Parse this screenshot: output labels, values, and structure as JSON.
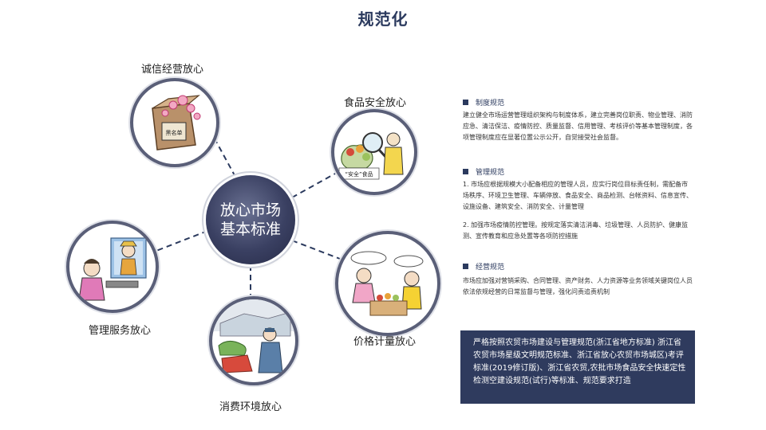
{
  "title": "规范化",
  "center": {
    "label": "放心市场基本标准"
  },
  "nodes": [
    {
      "label": "诚信经营放心",
      "icon": "trust-illustration-icon"
    },
    {
      "label": "食品安全放心",
      "icon": "food-safety-illustration-icon"
    },
    {
      "label": "价格计量放心",
      "icon": "price-measure-illustration-icon"
    },
    {
      "label": "消费环境放心",
      "icon": "consumer-environment-illustration-icon"
    },
    {
      "label": "管理服务放心",
      "icon": "management-service-illustration-icon"
    }
  ],
  "illustration_text": {
    "blacklist": "黑名单",
    "food_label": "“安全”食品"
  },
  "sections": [
    {
      "heading": "制度规范",
      "body": "建立健全市场运营管理组织架构与制度体系，建立完善岗位职责、物业管理、消防应急、清洁保洁、疫情防控、质量监督、信用管理、考核评价等基本管理制度，各项管理制度应在显著位置公示公开，自觉接受社会监督。"
    },
    {
      "heading": "管理规范",
      "body": "1. 市场应根据规模大小配备相应的管理人员，应实行岗位目标责任制，需配备市场秩序、环境卫生管理、车辆停放、食品安全、商品检测、台帐资料、信息宣传、设施设备、建筑安全、消防安全、计量管理",
      "body2": "2. 加强市场疫情防控管理。按规定落实清洁消毒、垃圾管理、人员防护、健康监测、宣传教育和应急处置等各项防控措施"
    },
    {
      "heading": "经营规范",
      "body": "市场应加强对营销采购、合同管理、资产财务、人力资源等业务领域关键岗位人员依法依规经营的日常监督与管理，强化问责追责机制"
    }
  ],
  "note": "严格按照农贸市场建设与管理规范(浙江省地方标准) 浙江省农贸市场星级文明规范标准、浙江省放心农贸市场城区)考评标准(2019修订版)、浙江省农贸,农批市场食品安全快速定性检测空建设规范(试行)等标准、规范要求打造",
  "colors": {
    "navy": "#2b3a5e",
    "circle_ring": "#5a5f78",
    "note_bg": "#2f3b5e"
  }
}
